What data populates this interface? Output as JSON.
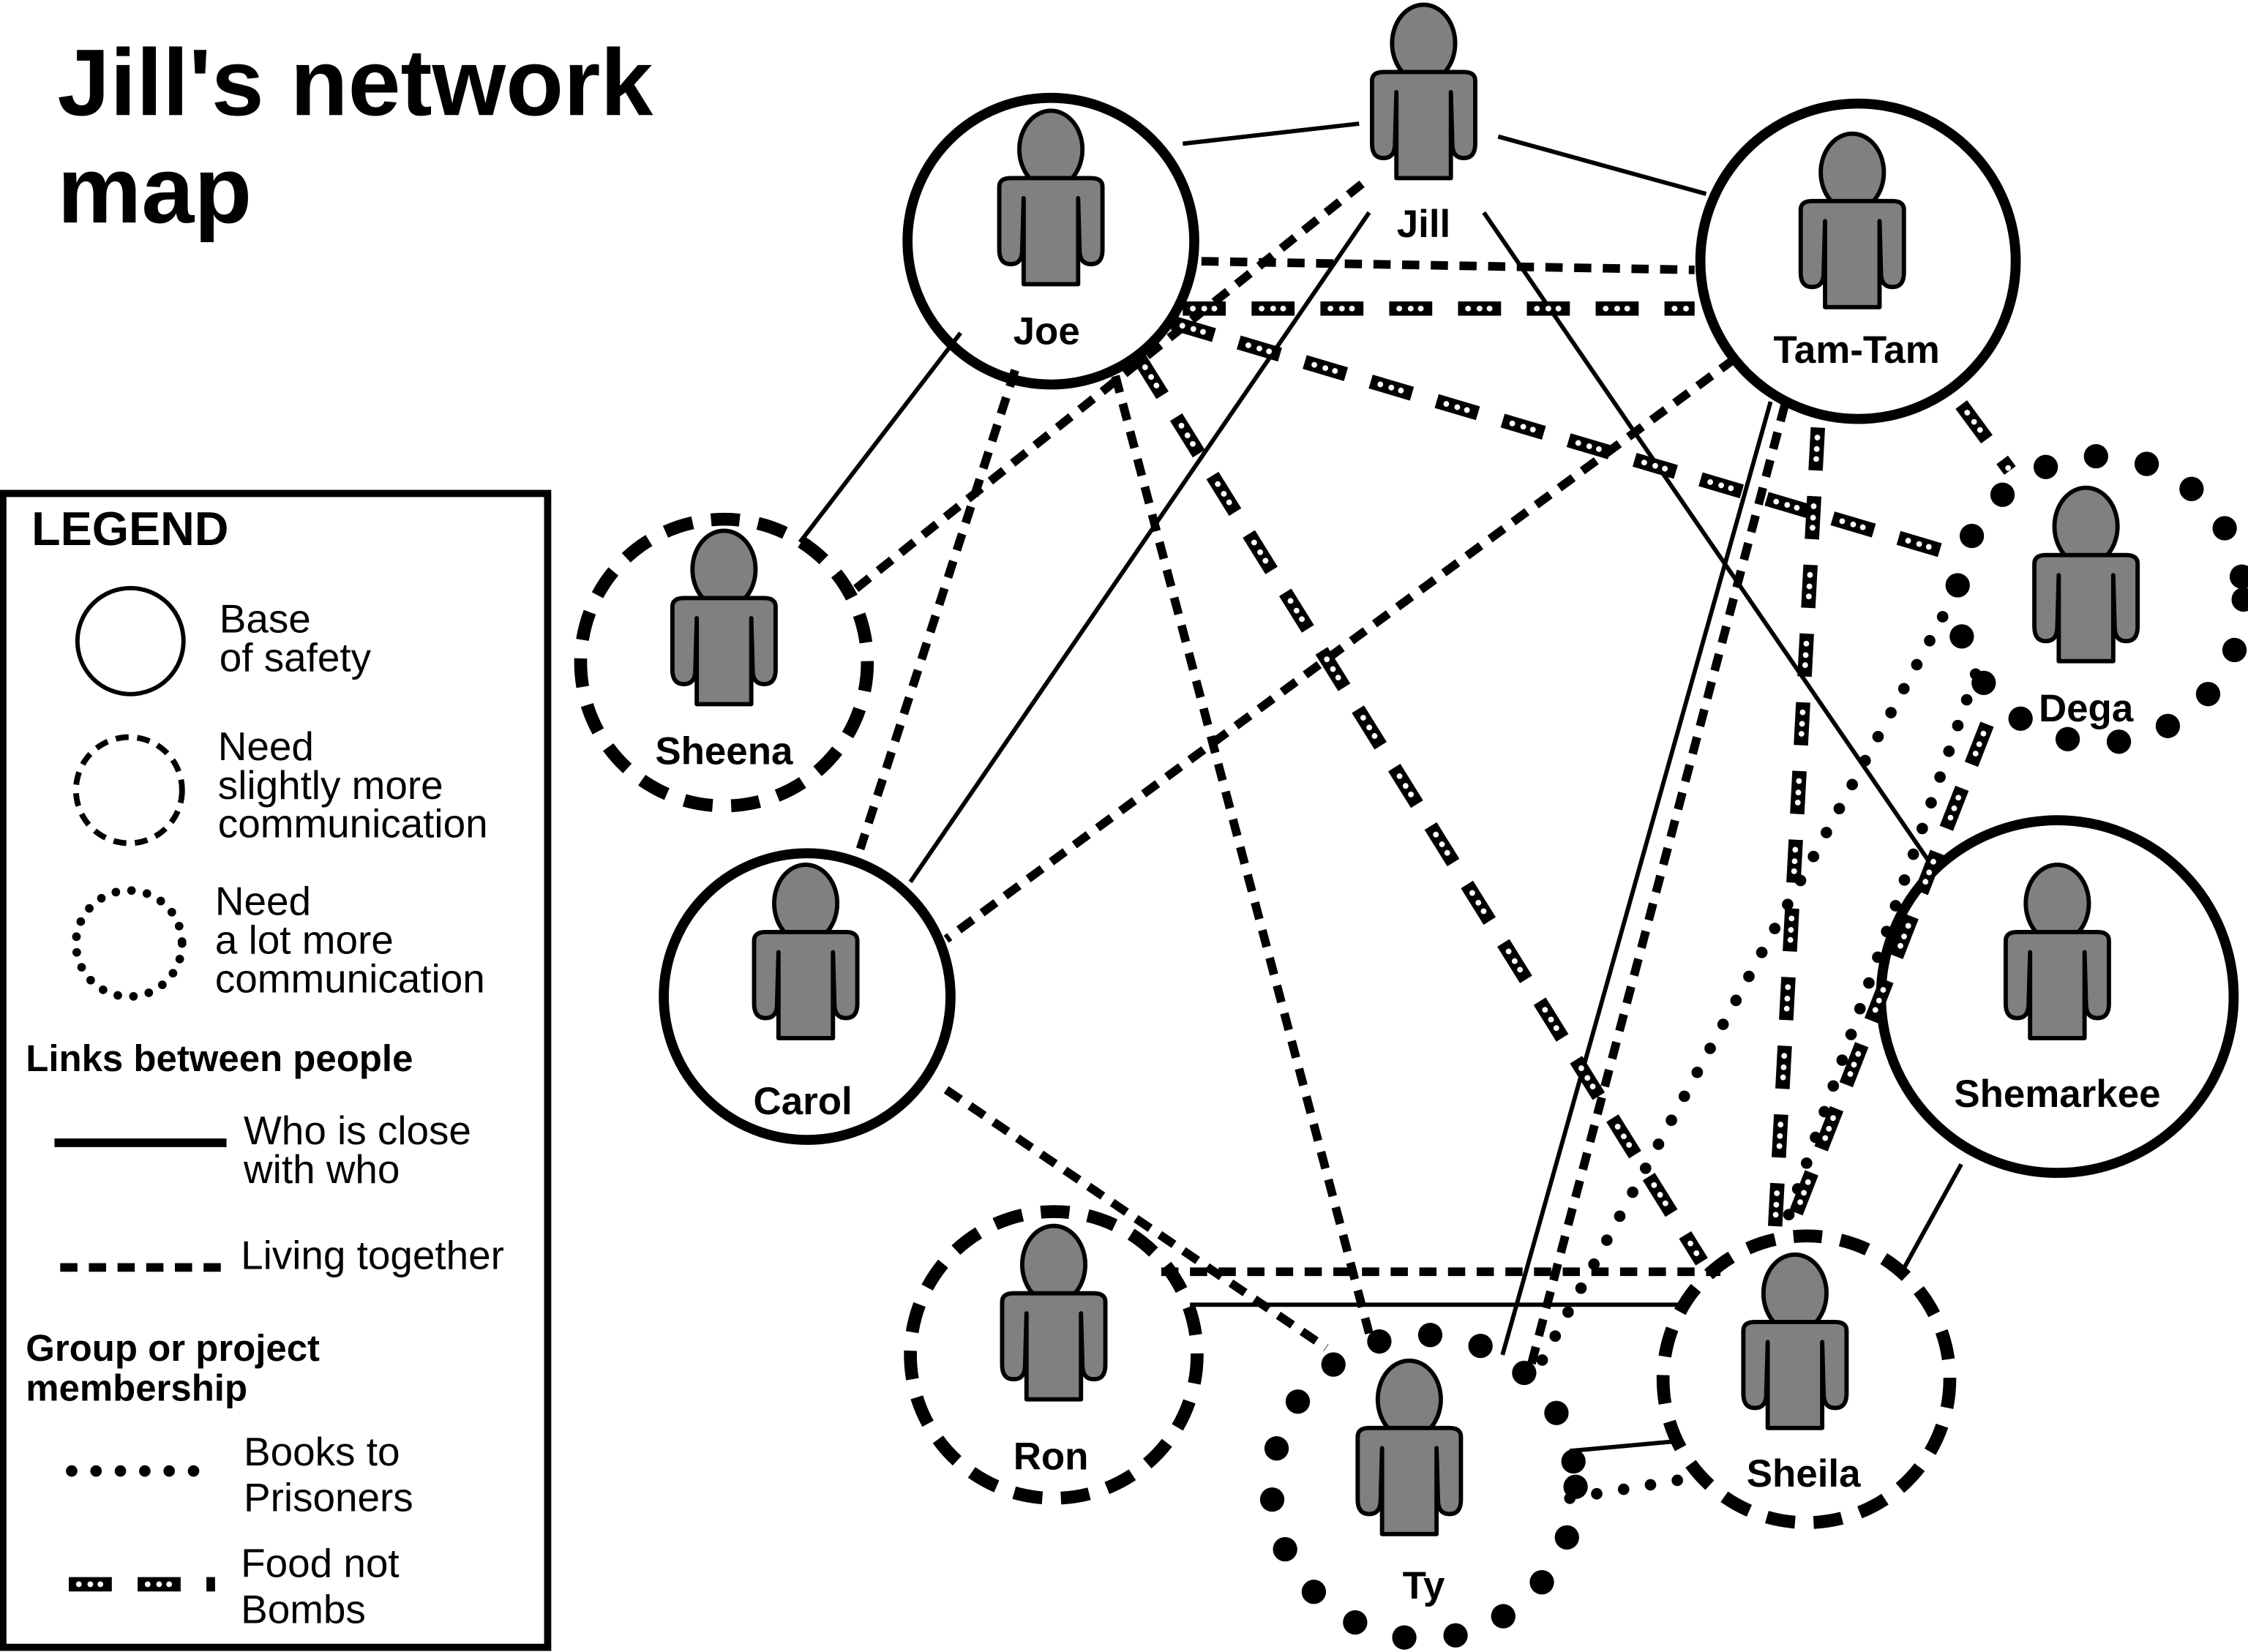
{
  "title_line1": "Jill's network",
  "title_line2": "map",
  "people": {
    "jill": "Jill",
    "joe": "Joe",
    "tamtam": "Tam-Tam",
    "dega": "Dega",
    "shemarkee": "Shemarkee",
    "sheila": "Sheila",
    "ty": "Ty",
    "ron": "Ron",
    "carol": "Carol",
    "sheena": "Sheena"
  },
  "legend": {
    "heading": "LEGEND",
    "base": [
      "Base",
      "of safety"
    ],
    "slightly": [
      "Need",
      "slightly more",
      "communication"
    ],
    "lot": [
      "Need",
      "a lot more",
      "communication"
    ],
    "links_heading": "Links between people",
    "close": [
      "Who is close",
      "with who"
    ],
    "living": "Living together",
    "group_heading": [
      "Group or project",
      "membership"
    ],
    "books": [
      "Books to",
      "Prisoners"
    ],
    "fnb": [
      "Food not",
      "Bombs"
    ]
  },
  "colors": {
    "figure_fill": "#808080",
    "line": "#000000"
  }
}
